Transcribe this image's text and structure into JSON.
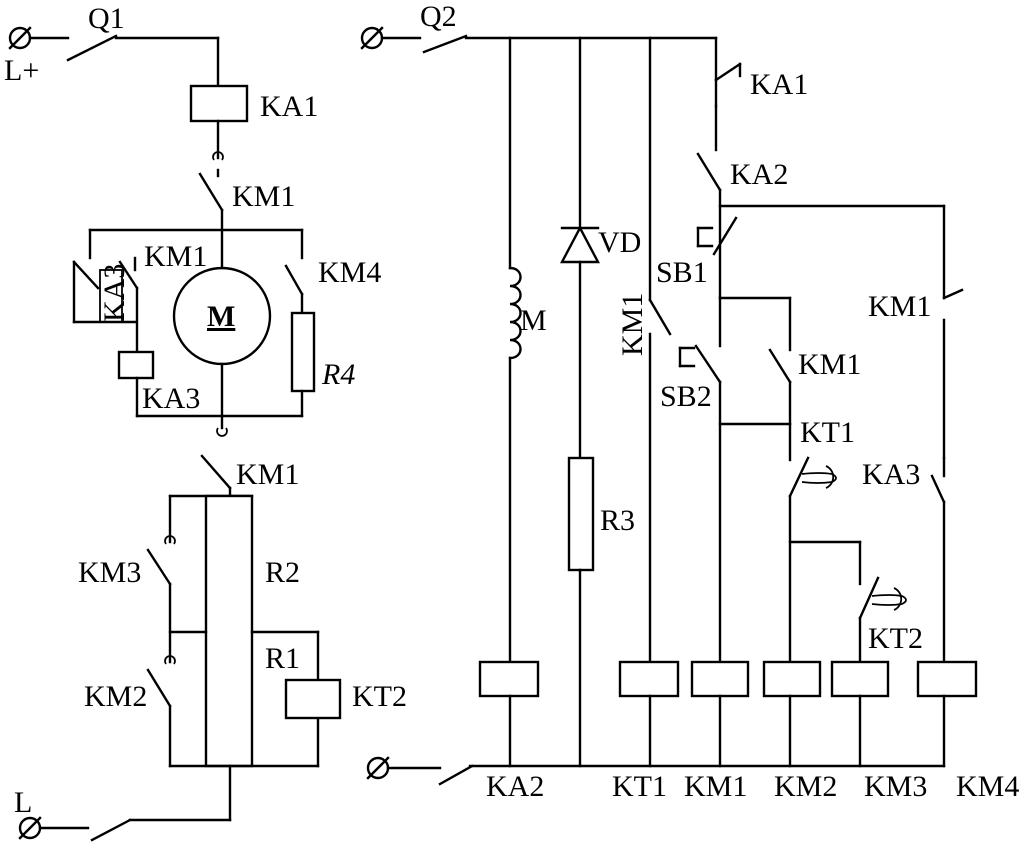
{
  "terminals": {
    "lplus": "L+",
    "l": "L"
  },
  "switches": {
    "q1": "Q1",
    "q2": "Q2"
  },
  "left_circuit": {
    "ka1_coil": "KA1",
    "km1_contact_a": "KM1",
    "ka3_contact": "KA3",
    "km1_contact_b": "KM1",
    "km4_contact": "KM4",
    "motor": "M",
    "r4": "R4",
    "ka3_coil": "KA3",
    "km1_contact_c": "KM1",
    "km3_contact": "KM3",
    "r2": "R2",
    "r1": "R1",
    "km2_contact": "KM2",
    "kt2_coil": "KT2"
  },
  "right_circuit": {
    "ka1_contact": "KA1",
    "ka2_contact": "KA2",
    "vd": "VD",
    "sb1": "SB1",
    "m_coil": "M",
    "km1_vertical": "KM1",
    "km1_side": "KM1",
    "km1_mid": "KM1",
    "sb2": "SB2",
    "kt1_contact": "KT1",
    "ka3_contact": "KA3",
    "r3": "R3",
    "kt2_contact": "KT2"
  },
  "coils_bottom": [
    "KA2",
    "KT1",
    "KM1",
    "KM2",
    "KM3",
    "KM4"
  ]
}
